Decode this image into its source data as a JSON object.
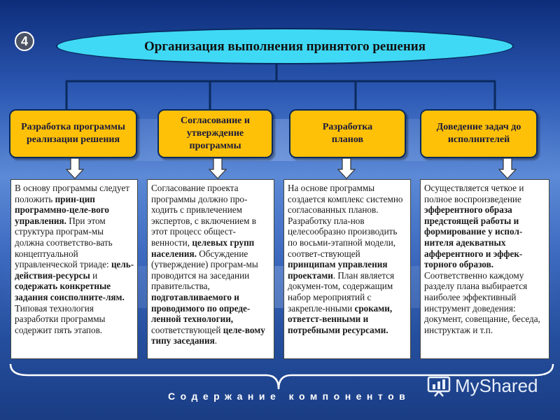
{
  "badge": "4",
  "title": "Организация выполнения принятого решения",
  "boxes": [
    {
      "label": "Разработка программы реализации решения"
    },
    {
      "label": "Согласование и утверждение программы"
    },
    {
      "label": "Разработка планов"
    },
    {
      "label": "Доведение задач до исполнителей"
    }
  ],
  "content": [
    [
      {
        "t": "В основу программы следует положить ",
        "b": false
      },
      {
        "t": "прин-цип программно-целе-вого управления.",
        "b": true
      },
      {
        "t": " При этом структура програм-мы должна соответство-вать концептуальной управленческой триаде: ",
        "b": false
      },
      {
        "t": "цель-действия-ресурсы",
        "b": true
      },
      {
        "t": " и ",
        "b": false
      },
      {
        "t": "содержать конкретные задания соисполните-лям.",
        "b": true
      },
      {
        "t": " Типовая технология разработки программы содержит пять этапов.",
        "b": false
      }
    ],
    [
      {
        "t": "Согласование проекта программы должно про-ходить с привлечением экспертов, с включением в этот процесс общест-венности, ",
        "b": false
      },
      {
        "t": "целевых групп населения.",
        "b": true
      },
      {
        "t": " Обсуждение (утверждение) програм-мы проводится на заседании правительства, ",
        "b": false
      },
      {
        "t": "подготавливаемого и проводимого по опреде-ленной технологии,",
        "b": true
      },
      {
        "t": " соответствующей ",
        "b": false
      },
      {
        "t": "целе-вому типу заседания",
        "b": true
      },
      {
        "t": ".",
        "b": false
      }
    ],
    [
      {
        "t": "На основе программы создается комплекс системно согласованных планов. Разработку пла-нов целесообразно производить по восьми-этапной модели, соответ-ствующей ",
        "b": false
      },
      {
        "t": "принципам управления проектами",
        "b": true
      },
      {
        "t": ". План является докумен-том, содержащим набор мероприятий с закрепле-нными ",
        "b": false
      },
      {
        "t": "сроками, ответст-венными и потребными ресурсами.",
        "b": true
      }
    ],
    [
      {
        "t": "Осуществляется четкое и полное воспроизведение ",
        "b": false
      },
      {
        "t": "эфферентного образа предстоящей работы и формирование у испол-нителя адекватных афферентного и эффек-торного образов.",
        "b": true
      },
      {
        "t": " Соответственно каждому разделу плана выбирается наиболее эффективный инструмент доведения: документ, совещание, беседа, инструктаж и т.п.",
        "b": false
      }
    ]
  ],
  "footer": "Содержание компонентов",
  "logo": "MyShared",
  "colors": {
    "ellipse": "#3fd9f5",
    "box": "#ffc107",
    "line": "#0a2a5e"
  }
}
